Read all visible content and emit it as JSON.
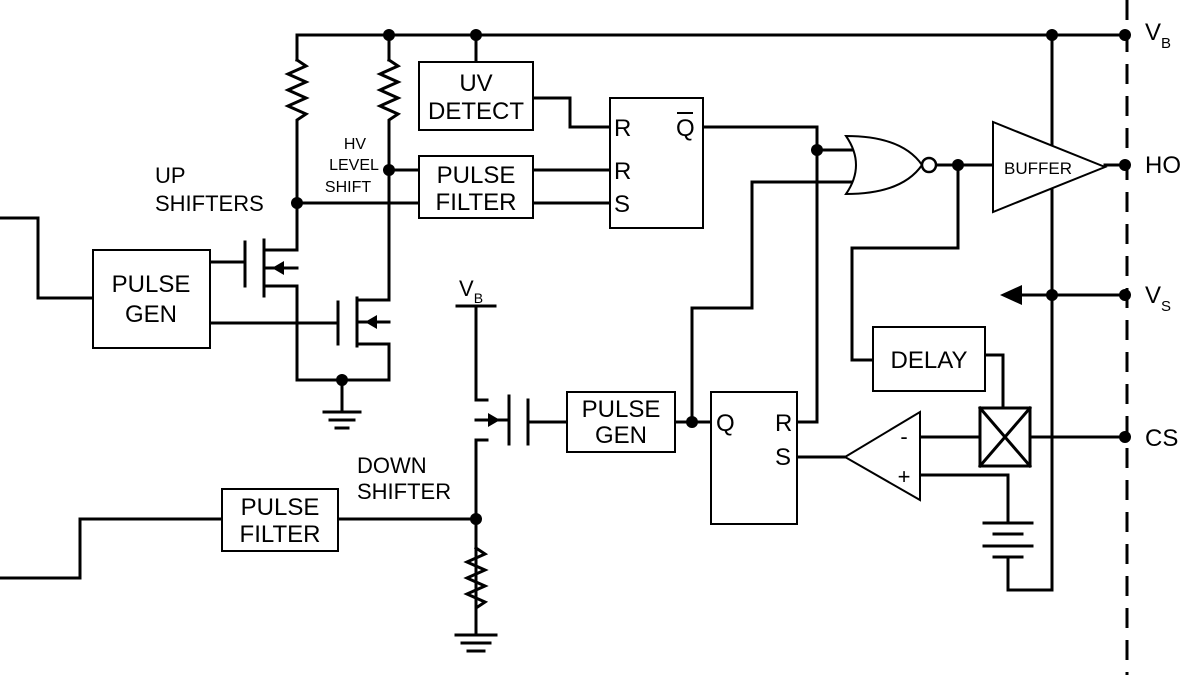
{
  "pins": {
    "vb": "V",
    "vb_sub": "B",
    "ho": "HO",
    "vs": "V",
    "vs_sub": "S",
    "cs": "CS"
  },
  "local_supply": {
    "label": "V",
    "sub": "B"
  },
  "labels": {
    "up_shifters_1": "UP",
    "up_shifters_2": "SHIFTERS",
    "hv_1": "HV",
    "hv_2": "LEVEL",
    "hv_3": "SHIFT",
    "down_shifter_1": "DOWN",
    "down_shifter_2": "SHIFTER"
  },
  "blocks": {
    "uv_detect": {
      "line1": "UV",
      "line2": "DETECT"
    },
    "pulse_filter_top": {
      "line1": "PULSE",
      "line2": "FILTER"
    },
    "pulse_gen_left": {
      "line1": "PULSE",
      "line2": "GEN"
    },
    "pulse_gen_mid": {
      "line1": "PULSE",
      "line2": "GEN"
    },
    "pulse_filter_bottom": {
      "line1": "PULSE",
      "line2": "FILTER"
    },
    "buffer": "BUFFER",
    "delay": "DELAY"
  },
  "latch_top": {
    "r1": "R",
    "qbar": "Q",
    "r2": "R",
    "s": "S"
  },
  "latch_bottom": {
    "q": "Q",
    "r": "R",
    "s": "S"
  },
  "comparator": {
    "minus": "-",
    "plus": "+"
  }
}
